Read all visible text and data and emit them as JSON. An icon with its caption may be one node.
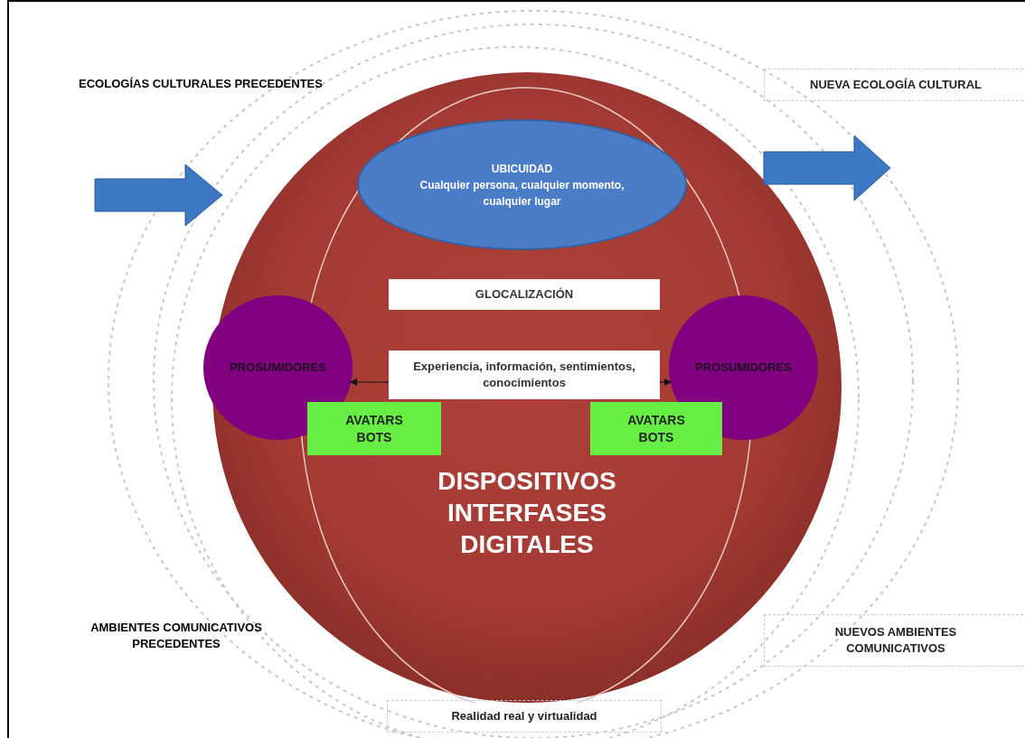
{
  "diagram": {
    "nodes": [
      {
        "text": [
          "DISPOSITIVOS INTERFASES DIGITALES"
        ]
      },
      {
        "text": [
          "UBICUIDAD",
          "Cualquier persona, cualquier momento, cualquier lugar"
        ],
        "in": 0
      },
      {
        "text": [
          "GLOCALIZACIÓN"
        ],
        "in": 0
      },
      {
        "text": [
          "PROSUMIDORES"
        ],
        "in": 0
      },
      {
        "text": [
          "Experiencia, información, sentimientos, conocimientos"
        ],
        "in": 0
      },
      {
        "text": [
          "PROSUMIDORES"
        ],
        "in": 0
      },
      {
        "text": [
          "AVATARS BOTS"
        ],
        "in": 0
      },
      {
        "text": [
          "AVATARS BOTS"
        ],
        "in": 0
      },
      {
        "text": [
          "NUEVA ECOLOGÍA CULTURAL"
        ]
      },
      {
        "text": [
          "NUEVOS AMBIENTES COMUNICATIVOS"
        ]
      },
      {
        "text": [
          "Realidad real y virtualidad"
        ]
      }
    ],
    "edges": [
      {
        "from": 4,
        "to": 3,
        "arrow": "to"
      },
      {
        "from": 4,
        "to": 5,
        "arrow": "to"
      }
    ],
    "labels": [
      "ECOLOGÍAS CULTURALES PRECEDENTES",
      "AMBIENTES COMUNICATIVOS PRECEDENTES"
    ]
  }
}
